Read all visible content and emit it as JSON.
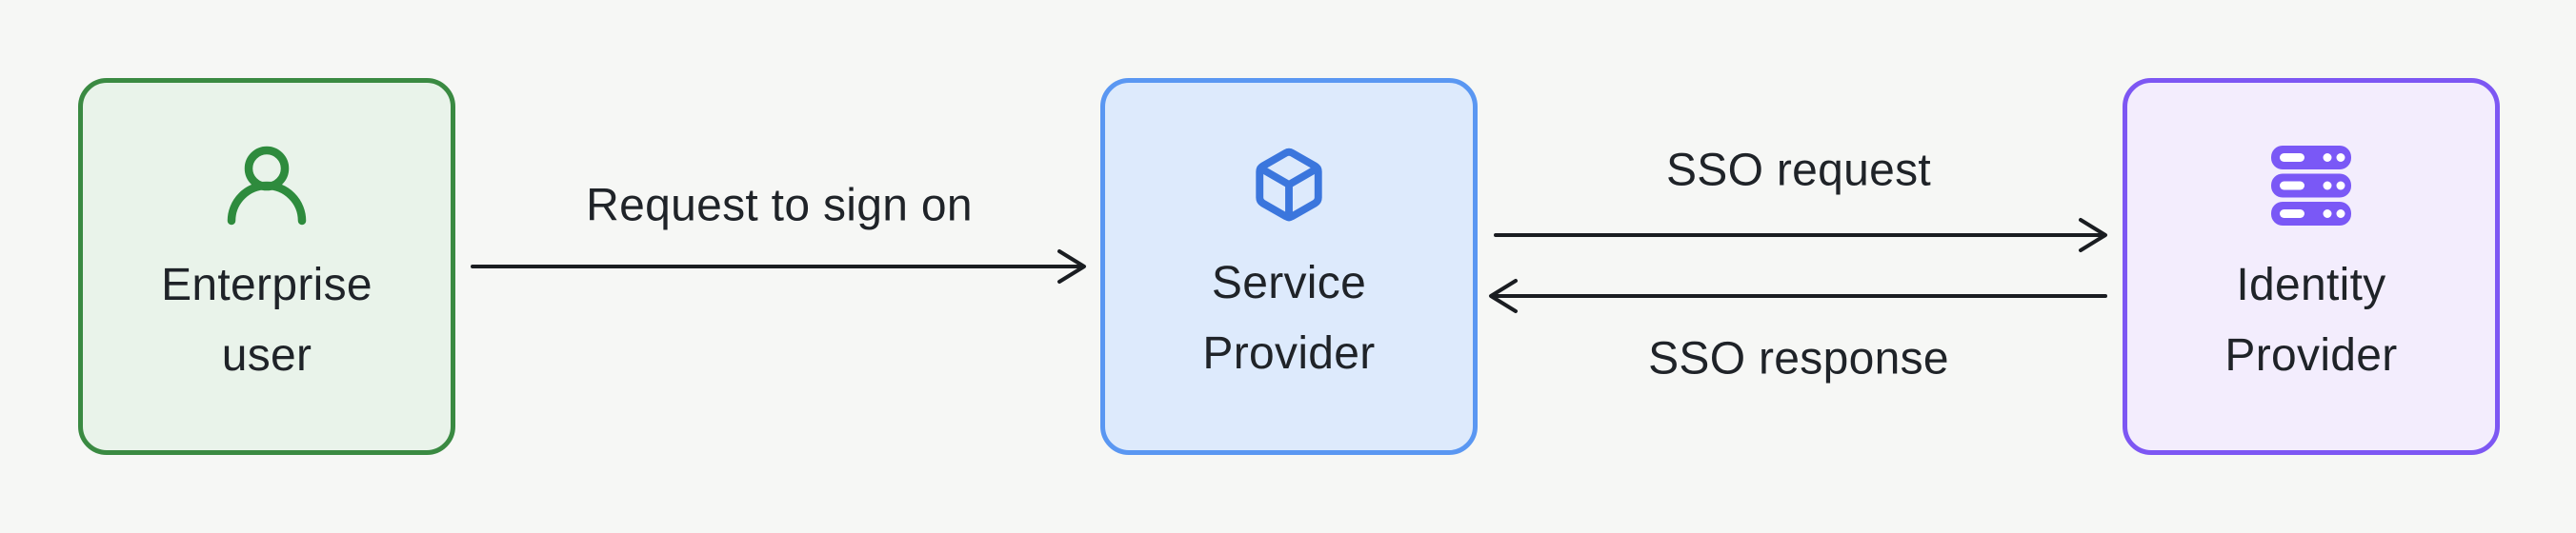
{
  "diagram": {
    "nodes": [
      {
        "id": "enterprise-user",
        "line1": "Enterprise",
        "line2": "user",
        "icon": "user-icon"
      },
      {
        "id": "service-provider",
        "line1": "Service",
        "line2": "Provider",
        "icon": "cube-icon"
      },
      {
        "id": "identity-provider",
        "line1": "Identity",
        "line2": "Provider",
        "icon": "server-icon"
      }
    ],
    "edges": [
      {
        "from": "enterprise-user",
        "to": "service-provider",
        "label": "Request to sign on",
        "direction": "right"
      },
      {
        "from": "service-provider",
        "to": "identity-provider",
        "label": "SSO request",
        "direction": "right"
      },
      {
        "from": "identity-provider",
        "to": "service-provider",
        "label": "SSO response",
        "direction": "left"
      }
    ],
    "colors": {
      "bg": "#f6f7f5",
      "text": "#1f2328",
      "arrow": "#1a1d21",
      "green_border": "#3a8a42",
      "green_fill": "#e9f3ea",
      "green_icon": "#2e8b3d",
      "blue_border": "#5a97f2",
      "blue_fill": "#ddeafc",
      "blue_icon": "#3b76dd",
      "purple_border": "#7d57f3",
      "purple_fill": "#f3edfd",
      "purple_icon": "#7a58f6",
      "icon_cutout": "#ffffff"
    }
  }
}
